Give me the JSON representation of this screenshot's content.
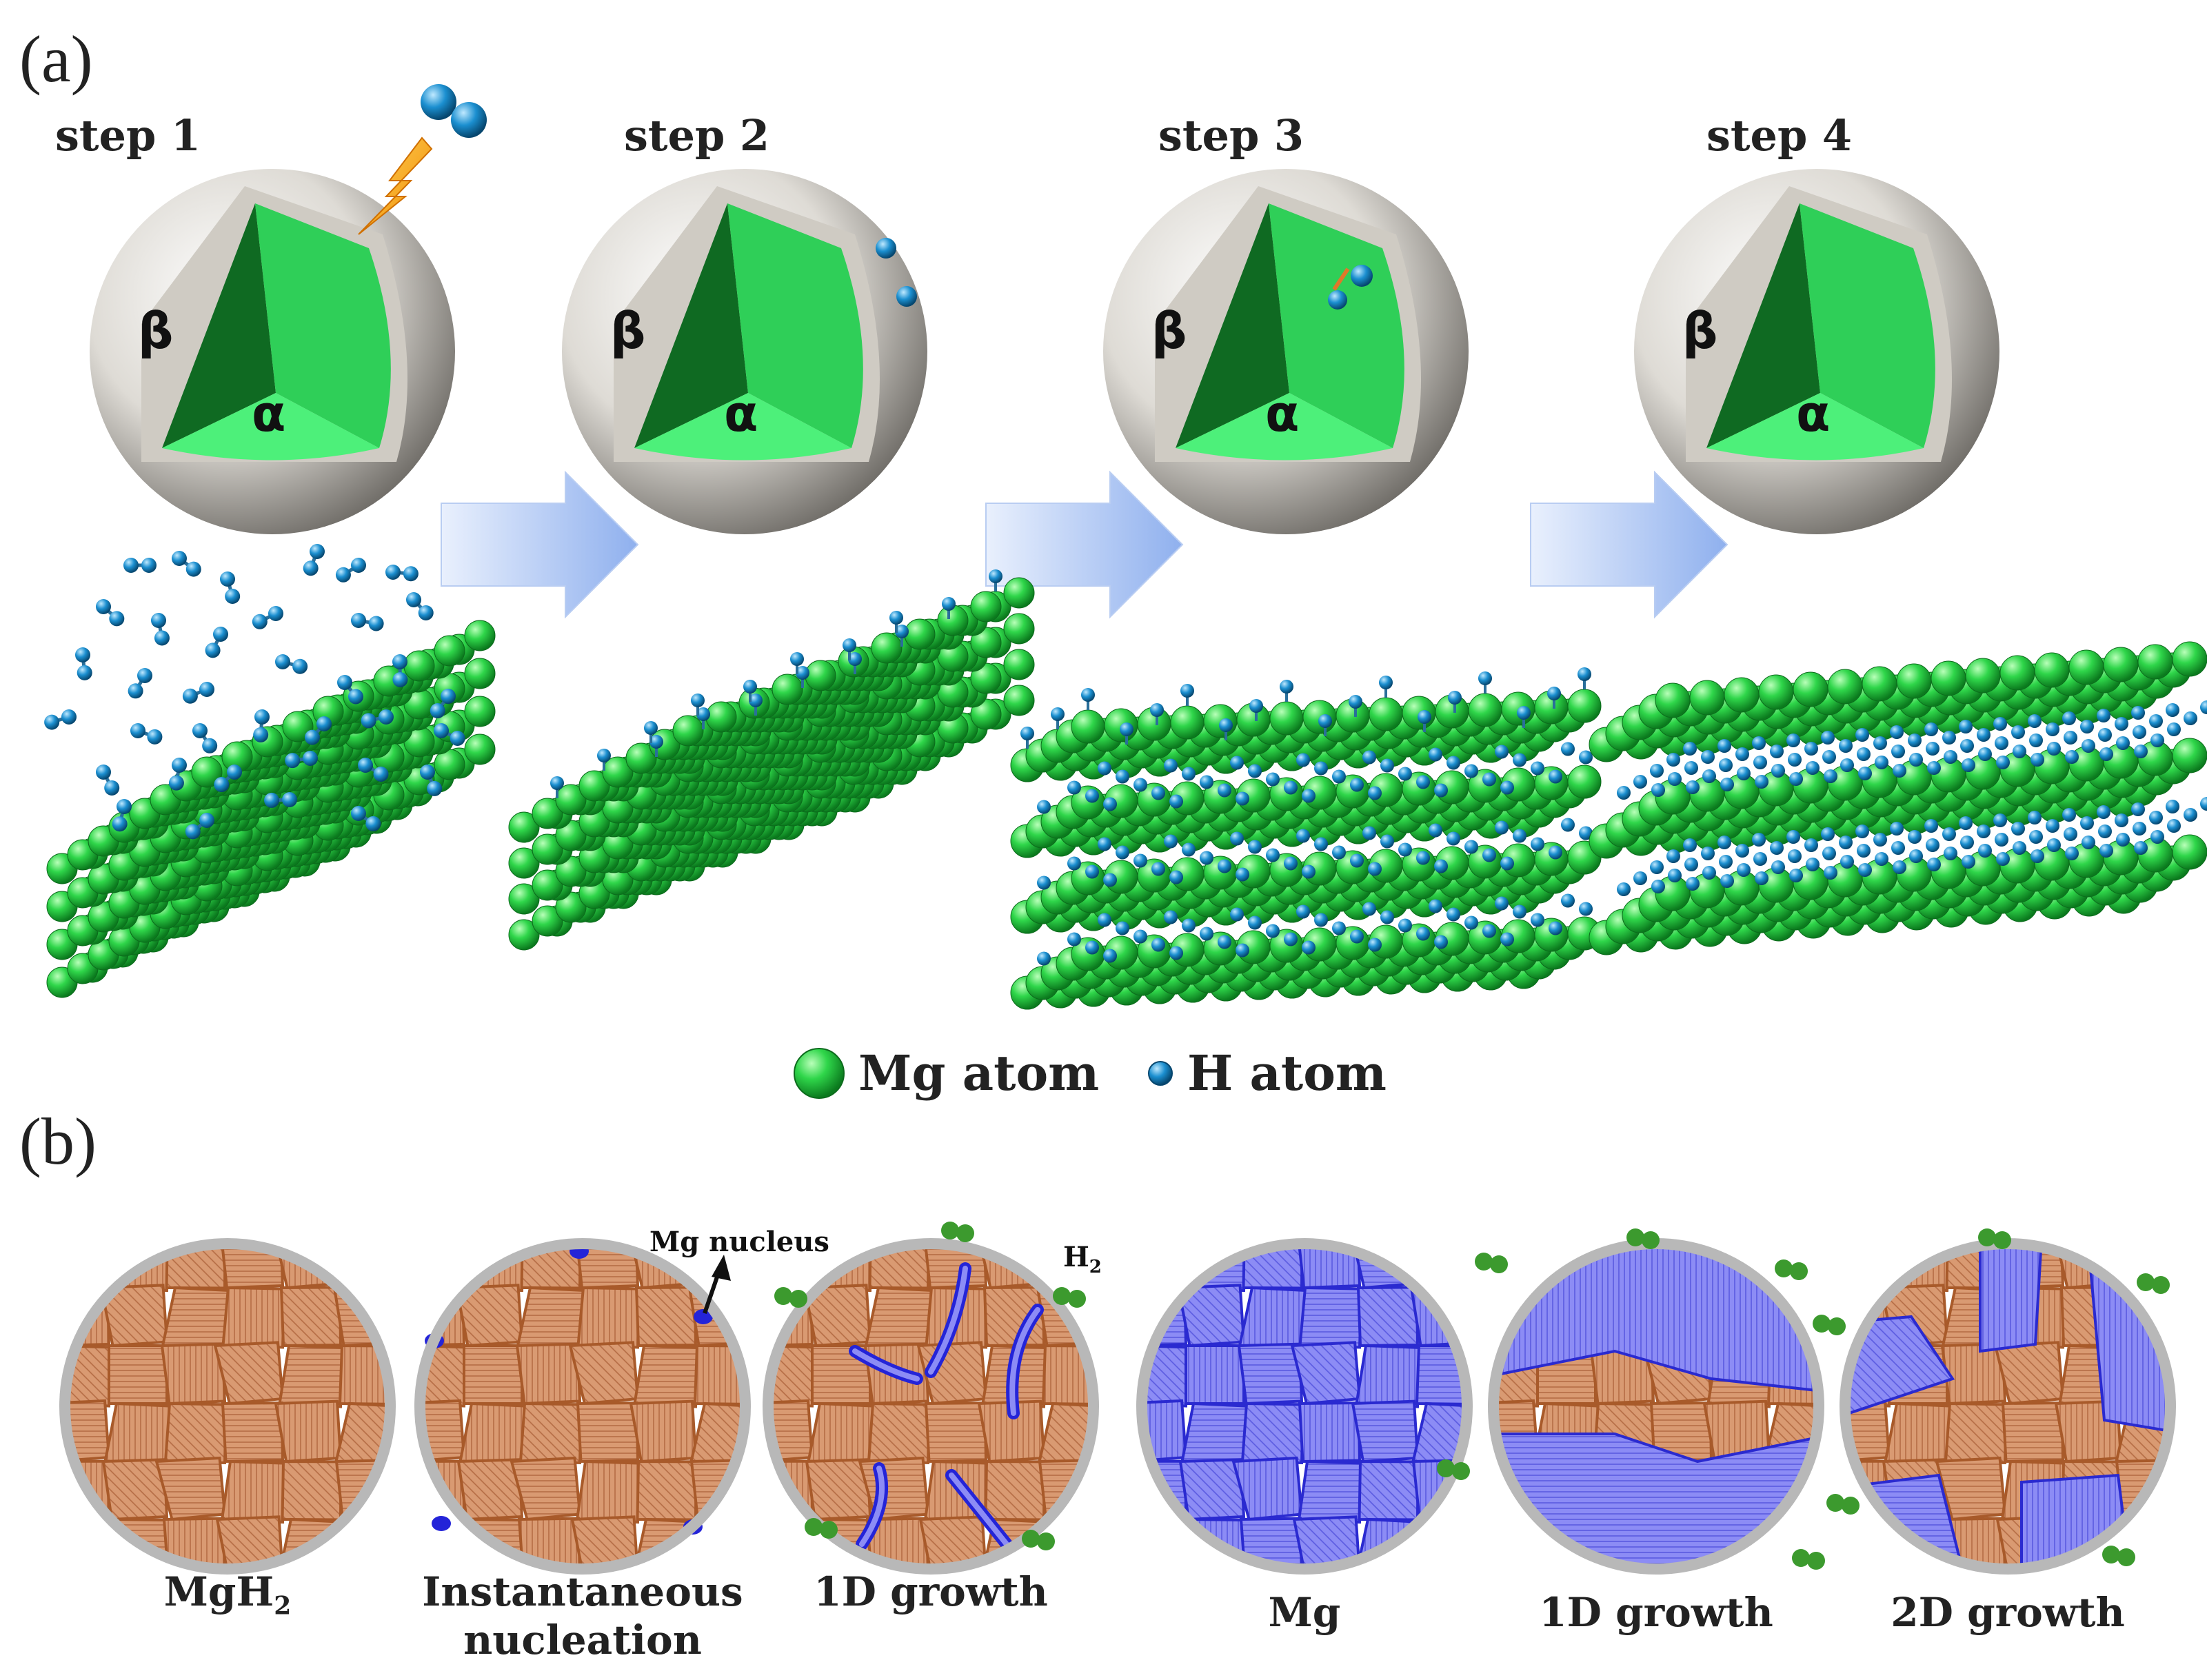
{
  "panel_a": {
    "label": "(a)",
    "steps": [
      {
        "title": "step 1",
        "outer": "β",
        "inner": "α"
      },
      {
        "title": "step 2",
        "outer": "β",
        "inner": "α"
      },
      {
        "title": "step 3",
        "outer": "β",
        "inner": "α"
      },
      {
        "title": "step 4",
        "outer": "β",
        "inner": "α"
      }
    ],
    "legend": {
      "mg": "Mg atom",
      "h": "H atom"
    }
  },
  "panel_b": {
    "label": "(b)",
    "mg_nucleus_label": "Mg nucleus",
    "h2_label": "H",
    "h2_sub": "2",
    "captions": [
      {
        "main": "MgH",
        "sub": "2"
      },
      {
        "main": "Instantaneous",
        "line2": "nucleation"
      },
      {
        "main": "1D growth"
      },
      {
        "main": "Mg"
      },
      {
        "main": "1D growth"
      },
      {
        "main": "2D growth"
      }
    ]
  },
  "colors": {
    "mg_green": "#2fd64a",
    "h_blue": "#1b8fd0",
    "shell_grey": "#c9c6bf",
    "mgh2_brown": "#d99a72",
    "mg_purple": "#7d7df2",
    "arrow_blue": "#a9c4f3"
  }
}
